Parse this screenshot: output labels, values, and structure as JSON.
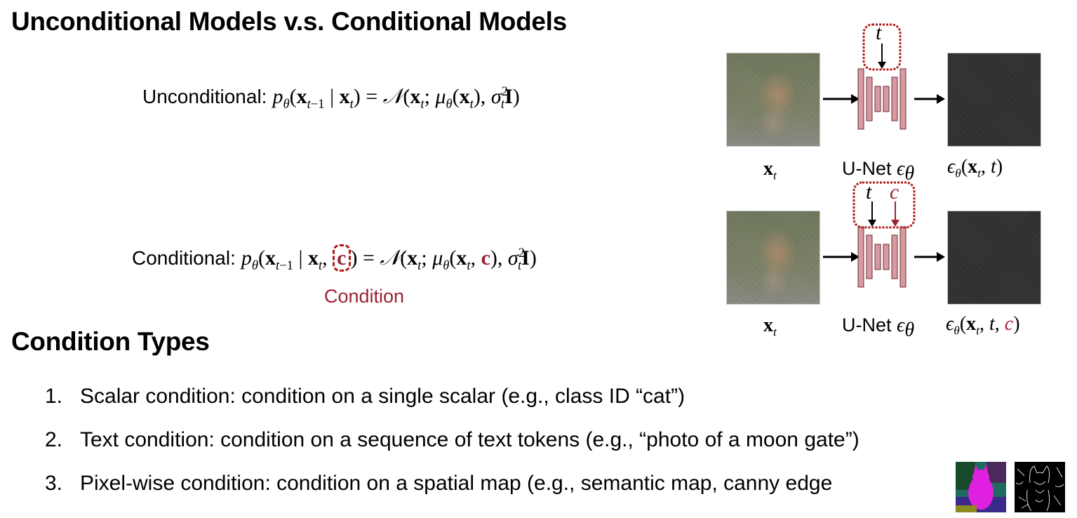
{
  "title": "Unconditional Models v.s. Conditional Models",
  "unconditional": {
    "label": "Unconditional:"
  },
  "conditional": {
    "label": "Conditional:",
    "condition_label": "Condition"
  },
  "diagram": {
    "input_label": "x_t",
    "unet_label": "U-Net",
    "t_symbol": "t",
    "c_symbol": "c"
  },
  "section_title": "Condition Types",
  "condition_types": [
    {
      "num": "1.",
      "text": "Scalar condition: condition on a single scalar (e.g., class ID “cat”)"
    },
    {
      "num": "2.",
      "text": "Text condition: condition on a sequence of text tokens (e.g., “photo of a moon gate”)"
    },
    {
      "num": "3.",
      "text": "Pixel-wise condition: condition on a spatial map (e.g., semantic map, canny edge"
    }
  ],
  "colors": {
    "accent_red": "#9b2232",
    "unet_fill": "#d79aa0",
    "box_red": "#b01818"
  },
  "icons": [
    "noisy-cat-image",
    "noise-image",
    "unet-icon",
    "semantic-map-thumbnail",
    "canny-edge-thumbnail"
  ]
}
